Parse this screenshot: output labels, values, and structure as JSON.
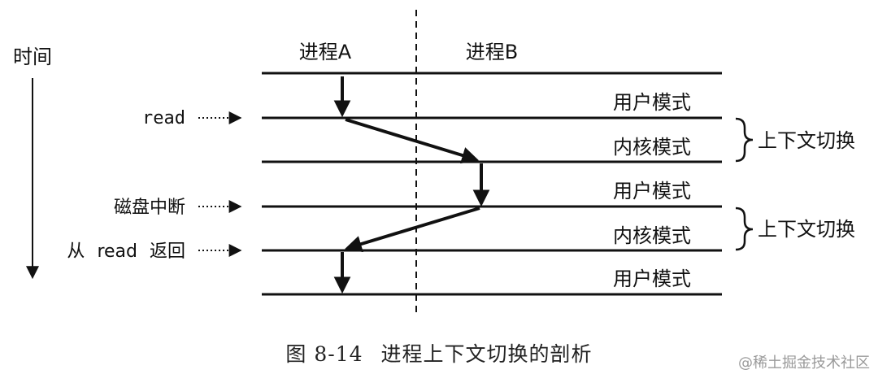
{
  "colors": {
    "ink": "#111111",
    "caption": "#222222",
    "watermark": "#9a9a9a"
  },
  "time_label": "时间",
  "process_labels": {
    "a": "进程A",
    "b": "进程B"
  },
  "mode_labels": [
    "用户模式",
    "内核模式",
    "用户模式",
    "内核模式",
    "用户模式"
  ],
  "events": {
    "read": "read",
    "disk_interrupt": "磁盘中断",
    "return_from": "从",
    "return_read": "read",
    "return_back": "返回"
  },
  "context_switch_labels": [
    "上下文切换",
    "上下文切换"
  ],
  "caption": {
    "figure_number": "图 8-14",
    "text": "进程上下文切换的剖析"
  },
  "watermark": "@稀土掘金技术社区"
}
